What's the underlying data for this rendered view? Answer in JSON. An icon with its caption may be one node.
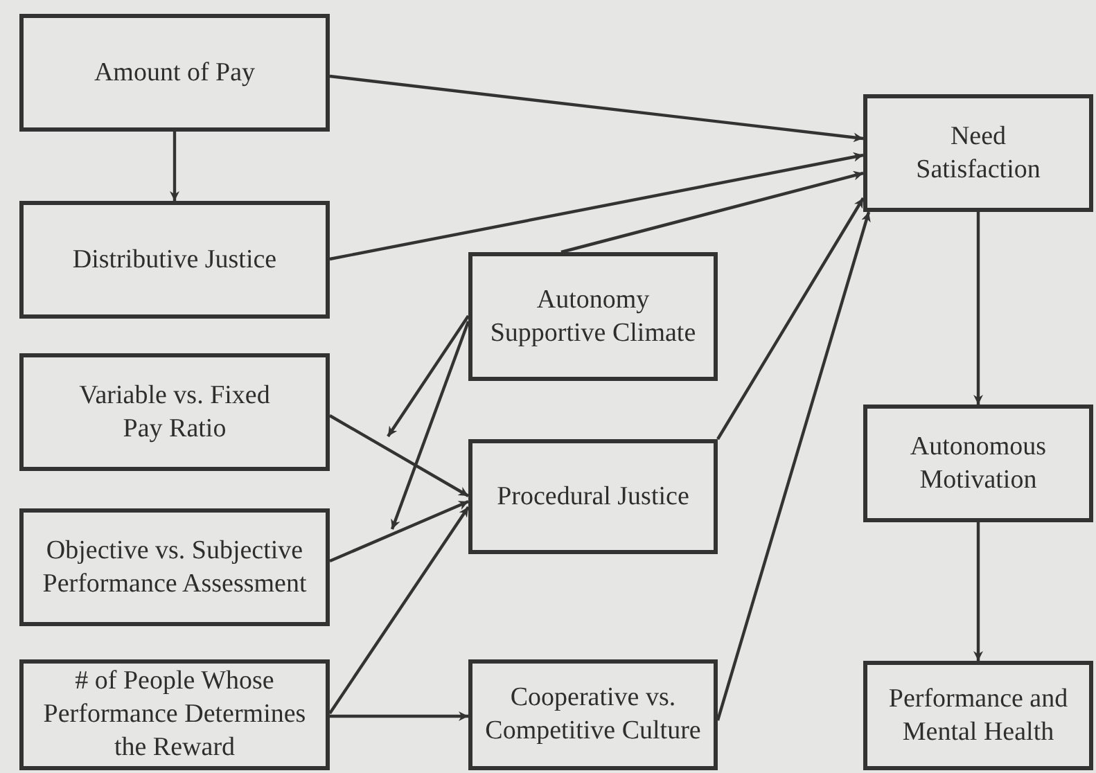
{
  "diagram": {
    "nodes": [
      {
        "text": [
          "Amount of Pay"
        ]
      },
      {
        "text": [
          "Distributive Justice"
        ]
      },
      {
        "text": [
          "Variable vs. Fixed Pay Ratio"
        ]
      },
      {
        "text": [
          "Objective vs. Subjective Performance Assessment"
        ]
      },
      {
        "text": [
          "# of People Whose Performance Determines the Reward"
        ]
      },
      {
        "text": [
          "Autonomy Supportive Climate"
        ]
      },
      {
        "text": [
          "Procedural Justice"
        ]
      },
      {
        "text": [
          "Cooperative vs. Competitive Culture"
        ]
      },
      {
        "text": [
          "Need Satisfaction"
        ]
      },
      {
        "text": [
          "Autonomous Motivation"
        ]
      },
      {
        "text": [
          "Performance and Mental Health"
        ]
      }
    ],
    "edges": [
      {
        "from": 0,
        "to": 1,
        "arrow": "to"
      },
      {
        "from": 0,
        "to": 8,
        "arrow": "to"
      },
      {
        "from": 1,
        "to": 8,
        "arrow": "to"
      },
      {
        "from": 5,
        "to": 8,
        "arrow": "to"
      },
      {
        "from": 6,
        "to": 8,
        "arrow": "to"
      },
      {
        "from": 7,
        "to": 8,
        "arrow": "to"
      },
      {
        "from": 5,
        "to": null,
        "arrow": "to"
      },
      {
        "from": 5,
        "to": null,
        "arrow": "to"
      },
      {
        "from": 2,
        "to": 6,
        "arrow": "to"
      },
      {
        "from": 3,
        "to": 6,
        "arrow": "to"
      },
      {
        "from": 4,
        "to": 6,
        "arrow": "to"
      },
      {
        "from": 4,
        "to": 7,
        "arrow": "to"
      },
      {
        "from": 8,
        "to": 9,
        "arrow": "to"
      },
      {
        "from": 9,
        "to": 10,
        "arrow": "to"
      }
    ]
  }
}
